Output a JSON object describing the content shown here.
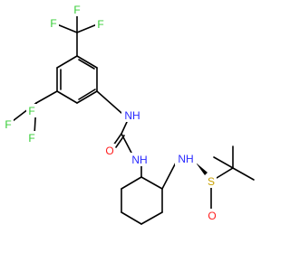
{
  "molecule": {
    "colors": {
      "carbon": "#000000",
      "fluorine": "#33cc33",
      "nitrogen": "#2a2aff",
      "oxygen": "#ff2020",
      "sulfur": "#c8a000"
    },
    "labels": {
      "f1": "F",
      "f2": "F",
      "f3": "F",
      "f4": "F",
      "f5": "F",
      "f6": "F",
      "nh_top": "NH",
      "o": "O",
      "nh_mid": "NH",
      "nh_right": "NH",
      "s": "S",
      "o_s": "O"
    }
  }
}
